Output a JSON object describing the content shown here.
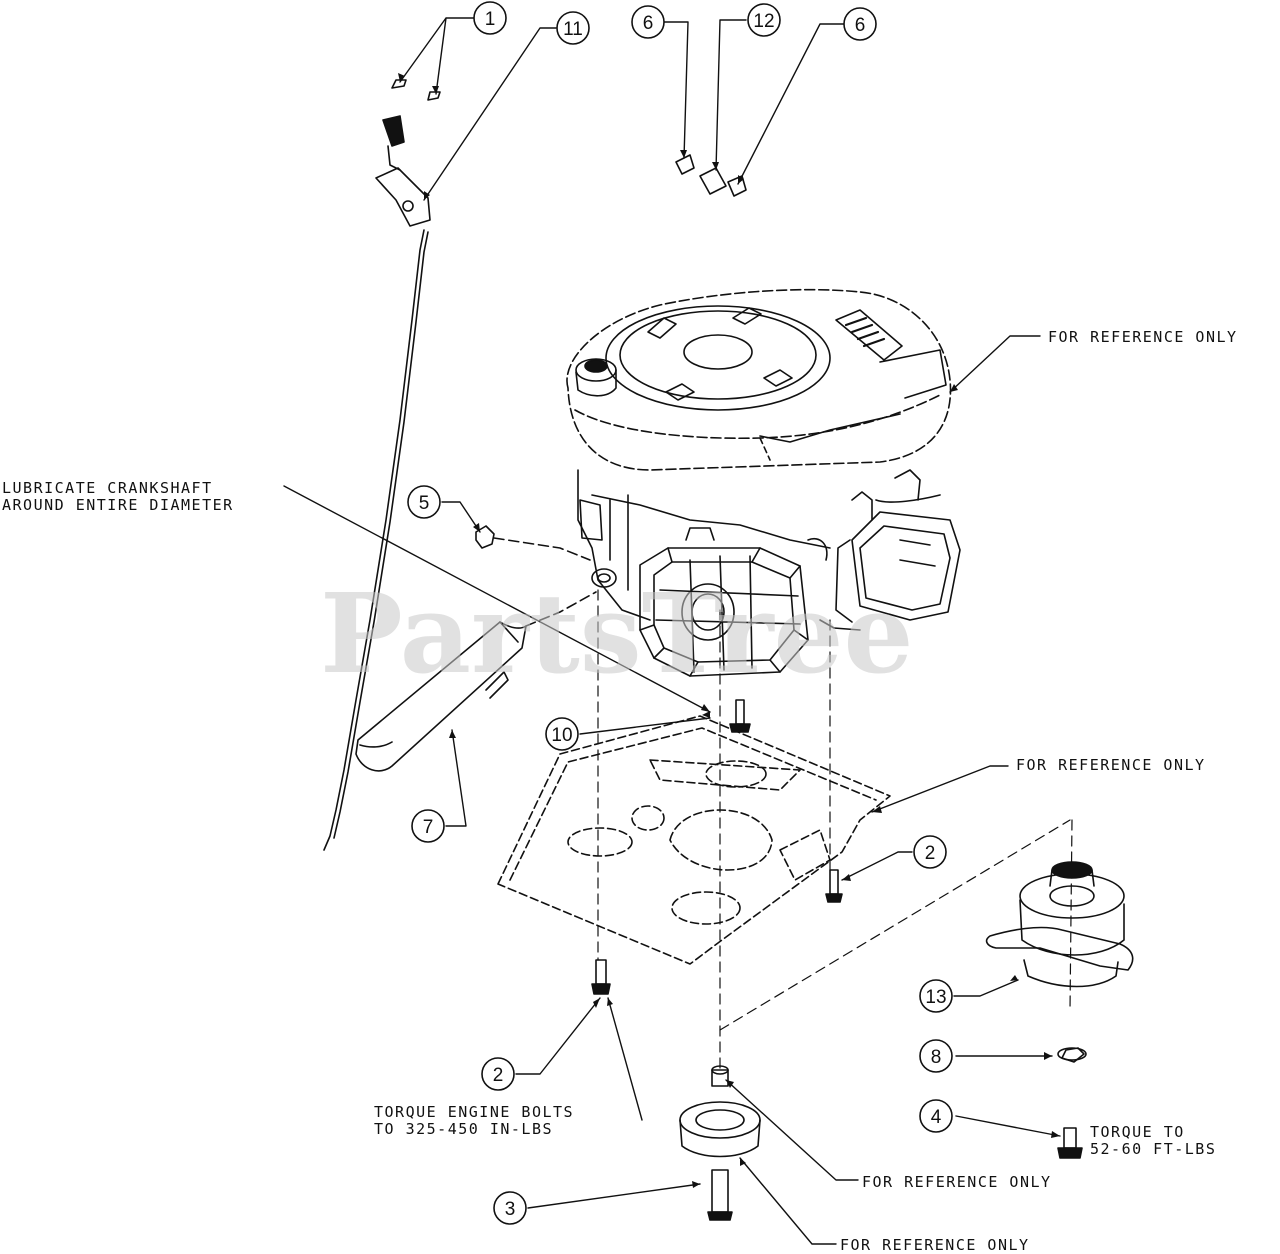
{
  "watermark": "PartsTree",
  "callouts": [
    "1",
    "11",
    "6",
    "12",
    "6",
    "5",
    "10",
    "7",
    "2",
    "2",
    "13",
    "8",
    "4",
    "3"
  ],
  "notes": {
    "lubricate": "LUBRICATE CRANKSHAFT\nAROUND ENTIRE DIAMETER",
    "ref_engine": "FOR REFERENCE ONLY",
    "ref_frame": "FOR REFERENCE ONLY",
    "ref_spacer": "FOR REFERENCE ONLY",
    "ref_pulley": "FOR REFERENCE ONLY",
    "torque_engine": "TORQUE ENGINE BOLTS\nTO 325-450 IN-LBS",
    "torque_pulley": "TORQUE TO\n52-60 FT-LBS"
  }
}
